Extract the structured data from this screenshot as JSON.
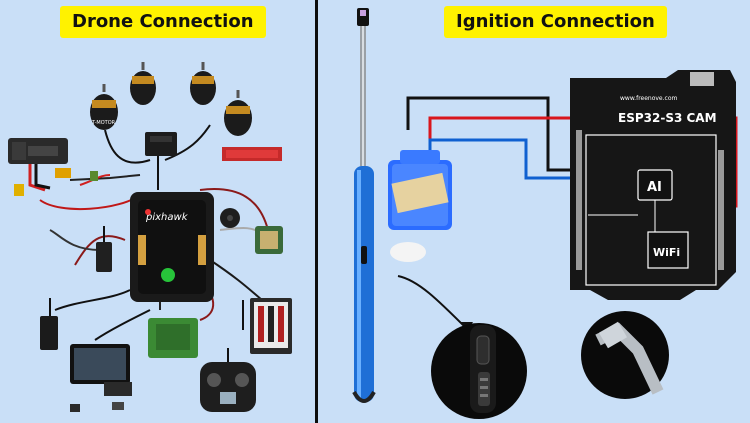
{
  "left_panel": {
    "title": "Drone Connection",
    "flight_controller_label": "pixhawk",
    "motor_label": "T-MOTOR"
  },
  "right_panel": {
    "title": "Ignition Connection",
    "board_label": "ESP32-S3 CAM",
    "board_marking": "www.freenove.com",
    "chip_label": "AI",
    "wifi_label": "WiFi"
  },
  "colors": {
    "title_bg": "#fff200",
    "panel_bg": "#c9dff7",
    "divider": "#0d0d0d",
    "wire_red": "#d9161c",
    "wire_blue": "#1060d0",
    "wire_black": "#111111",
    "servo_blue": "#2b6cff",
    "lighter_blue": "#1f6fd6"
  }
}
